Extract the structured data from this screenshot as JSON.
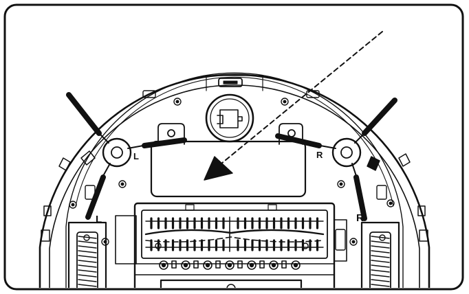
{
  "figure": {
    "labels": {
      "left_brush_letter": "L",
      "right_brush_letter": "R",
      "left_arm_letter": "L",
      "right_arm_letter": "R"
    }
  }
}
